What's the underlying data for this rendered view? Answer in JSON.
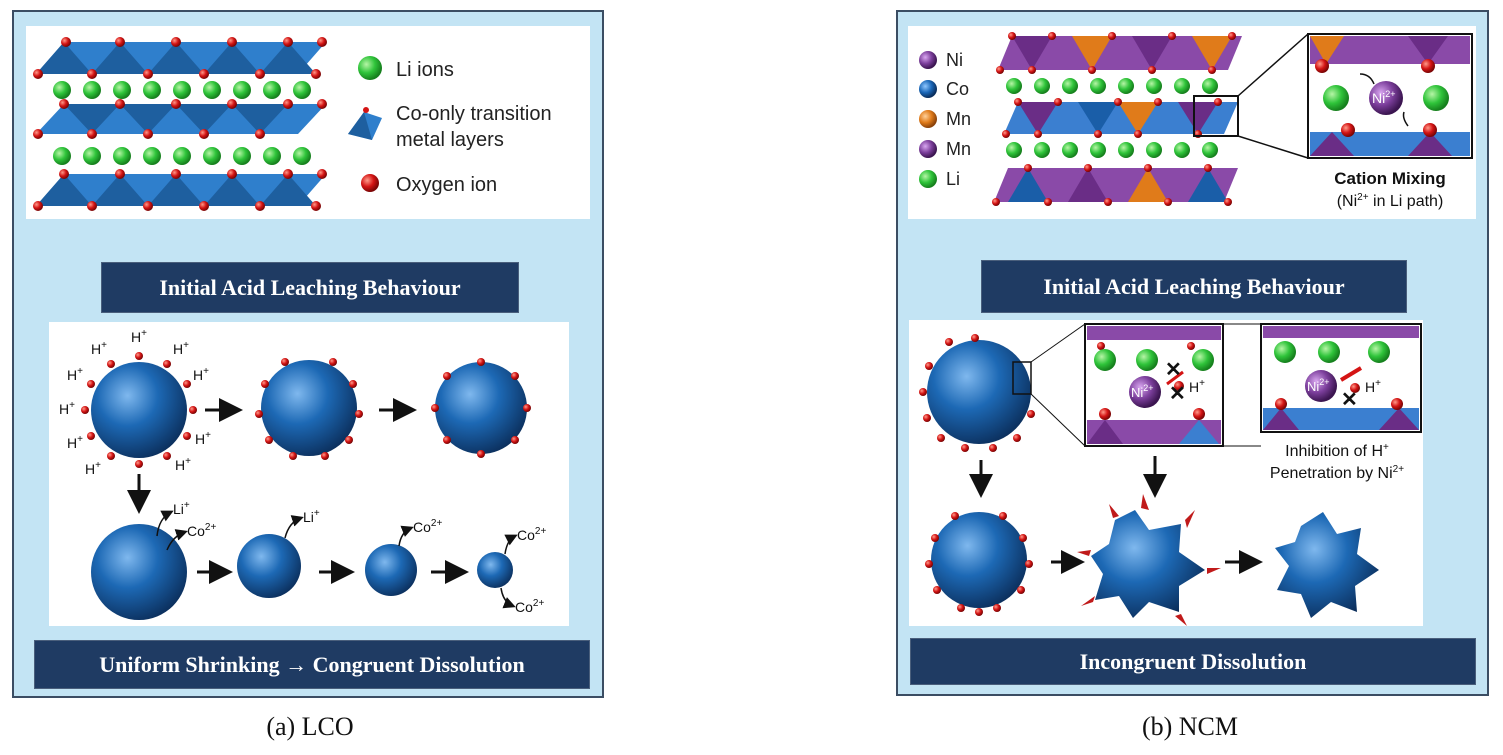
{
  "colors": {
    "panel_bg": "#c3e4f4",
    "banner_bg": "#1f3b63",
    "li": "#27c135",
    "co": "#1a67b8",
    "ni": "#7c3f9c",
    "mn": "#e07b1a",
    "oxygen": "#d41414"
  },
  "left": {
    "legend": {
      "li": "Li ions",
      "tm_line1": "Co-only transition",
      "tm_line2": "metal layers",
      "oxygen": "Oxygen ion"
    },
    "banner_top": "Initial Acid Leaching Behaviour",
    "h_label": "H",
    "plus": "+",
    "li_ion": "Li",
    "co_ion": "Co",
    "two_plus": "2+",
    "banner_bottom": "Uniform Shrinking → Congruent Dissolution",
    "caption": "(a) LCO"
  },
  "right": {
    "legend": {
      "ni": "Ni",
      "co": "Co",
      "mn1": "Mn",
      "mn2": "Mn",
      "li": "Li"
    },
    "ni_ion": "Ni",
    "two_plus": "2+",
    "cation_mixing": "Cation Mixing",
    "ni_in_path_pre": "(Ni",
    "ni_in_path_post": " in Li path)",
    "h_label": "H",
    "plus": "+",
    "inhibition_line1": "Inhibition of H",
    "inhibition_line2": "Penetration by Ni",
    "banner_top": "Initial Acid Leaching Behaviour",
    "banner_bottom": "Incongruent Dissolution",
    "caption": "(b) NCM"
  }
}
